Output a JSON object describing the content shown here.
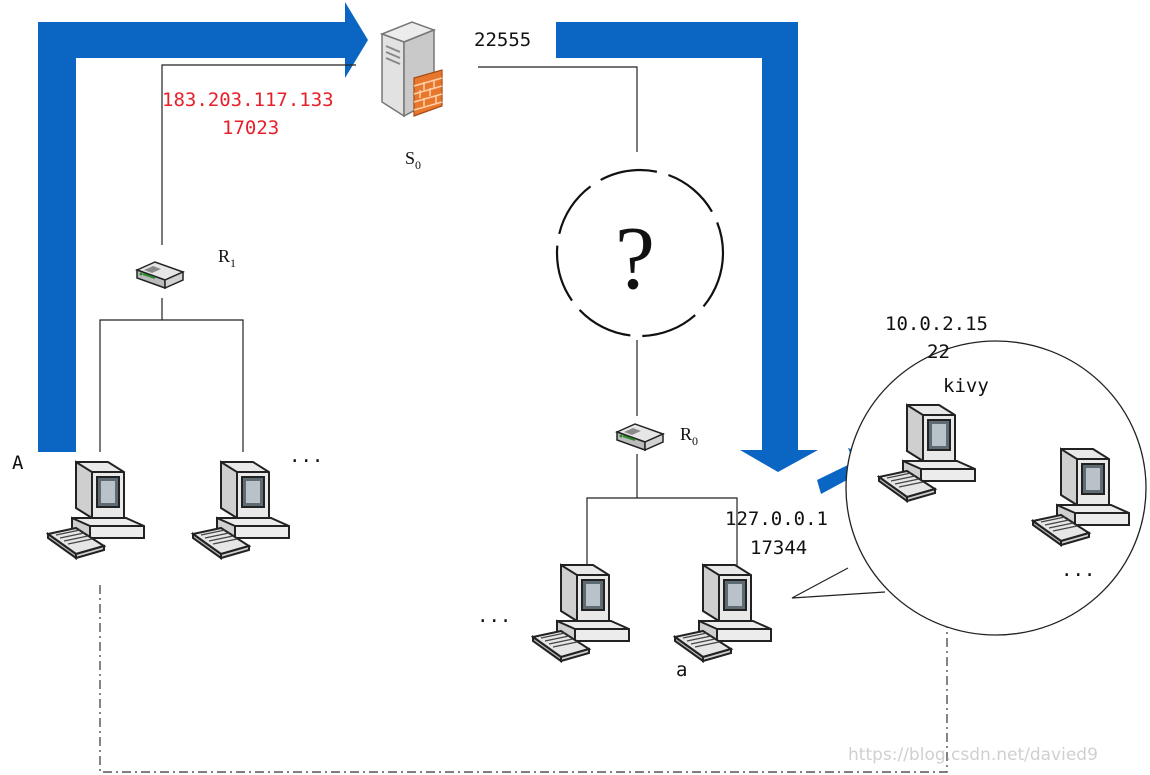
{
  "labels": {
    "host_a": "A",
    "host_a_dots": "...",
    "router1": "R",
    "router1_sub": "1",
    "public_ip": "183.203.117.133",
    "public_port": "17023",
    "server": "S",
    "server_sub": "0",
    "server_port": "22555",
    "unknown": "?",
    "router0": "R",
    "router0_sub": "0",
    "local_ip": "127.0.0.1",
    "local_port": "17344",
    "host_a_small": "a",
    "left_dots": "...",
    "vm_ip": "10.0.2.15",
    "vm_port": "22",
    "vm_name": "kivy",
    "vm_dots": "...",
    "watermark": "https://blog.csdn.net/davied9"
  },
  "colors": {
    "arrow": "#0a66c2",
    "highlight_text": "#e8202a"
  },
  "icons": [
    "server-icon",
    "router-icon",
    "computer-icon",
    "question-cloud-icon"
  ]
}
